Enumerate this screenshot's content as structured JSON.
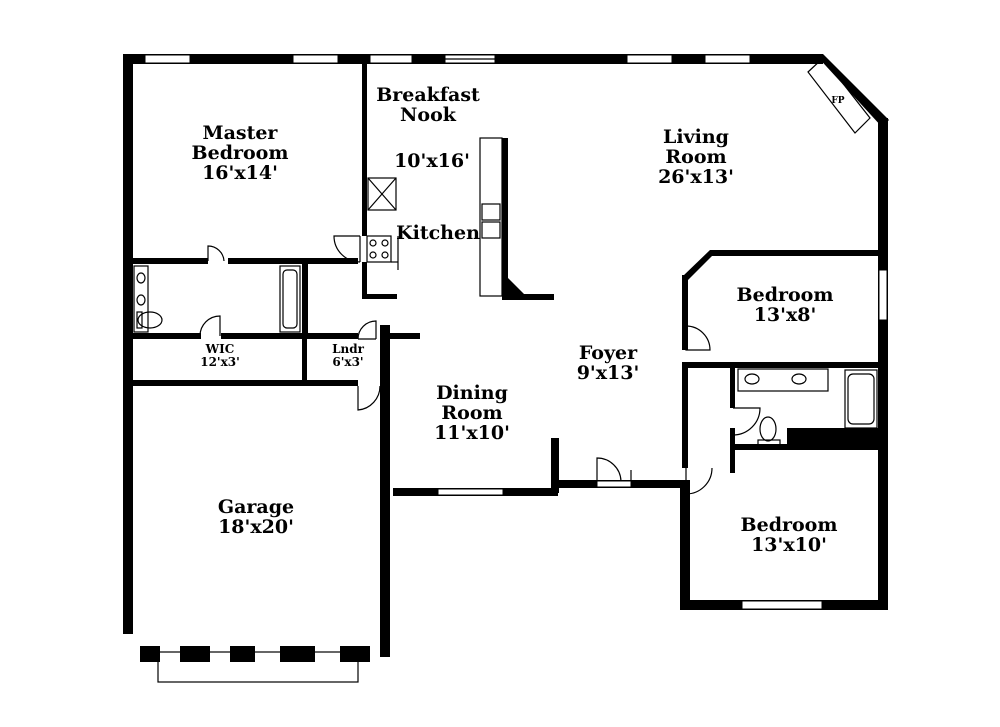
{
  "rooms": {
    "master_bedroom": {
      "name_line1": "Master",
      "name_line2": "Bedroom",
      "size": "16'x14'"
    },
    "breakfast_nook": {
      "name_line1": "Breakfast",
      "name_line2": "Nook",
      "size": "10'x16'"
    },
    "kitchen": {
      "name": "Kitchen"
    },
    "living_room": {
      "name_line1": "Living",
      "name_line2": "Room",
      "size": "26'x13'"
    },
    "fireplace": {
      "label": "FP"
    },
    "bedroom_2": {
      "name": "Bedroom",
      "size": "13'x8'"
    },
    "wic": {
      "name": "WIC",
      "size": "12'x3'"
    },
    "laundry": {
      "name": "Lndr",
      "size": "6'x3'"
    },
    "foyer": {
      "name": "Foyer",
      "size": "9'x13'"
    },
    "dining_room": {
      "name_line1": "Dining",
      "name_line2": "Room",
      "size": "11'x10'"
    },
    "garage": {
      "name": "Garage",
      "size": "18'x20'"
    },
    "bedroom_3": {
      "name": "Bedroom",
      "size": "13'x10'"
    }
  }
}
